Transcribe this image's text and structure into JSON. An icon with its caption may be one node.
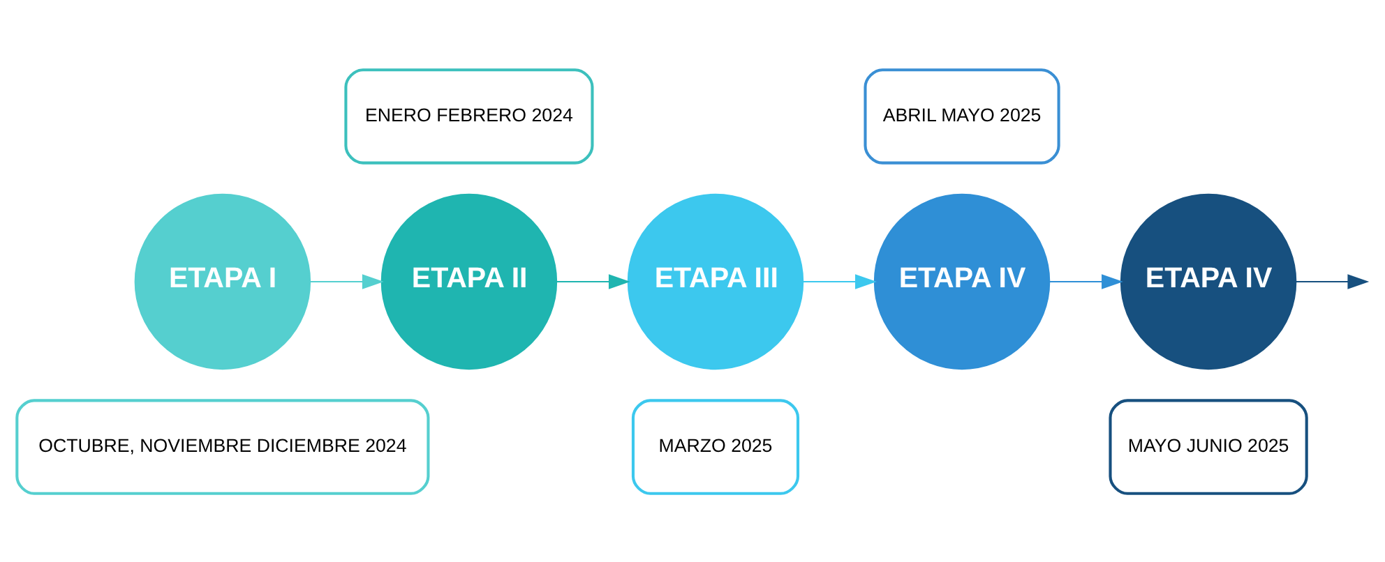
{
  "diagram": {
    "nodes": [
      {
        "text": [
          "ENERO FEBRERO 2024"
        ]
      },
      {
        "text": [
          "ABRIL MAYO 2025"
        ]
      },
      {
        "text": [
          "ETAPA I"
        ]
      },
      {
        "text": [
          "ETAPA II"
        ]
      },
      {
        "text": [
          "ETAPA III"
        ]
      },
      {
        "text": [
          "ETAPA IV"
        ]
      },
      {
        "text": [
          "ETAPA IV"
        ]
      },
      {
        "text": [
          "OCTUBRE, NOVIEMBRE DICIEMBRE 2024"
        ]
      },
      {
        "text": [
          "MARZO 2025"
        ]
      },
      {
        "text": [
          "MAYO JUNIO 2025"
        ]
      }
    ],
    "edges": [
      {
        "from": 2,
        "to": 3,
        "arrow": "to",
        "color": "#55cfcf"
      },
      {
        "from": 3,
        "to": 4,
        "arrow": "to",
        "color": "#1fb5b0"
      },
      {
        "from": 4,
        "to": 5,
        "arrow": "to",
        "color": "#3cc8ee"
      },
      {
        "from": 5,
        "to": 6,
        "arrow": "to",
        "color": "#2f8fd6"
      },
      {
        "from": 6,
        "to": null,
        "arrow": "to",
        "color": "#17507f"
      }
    ]
  }
}
